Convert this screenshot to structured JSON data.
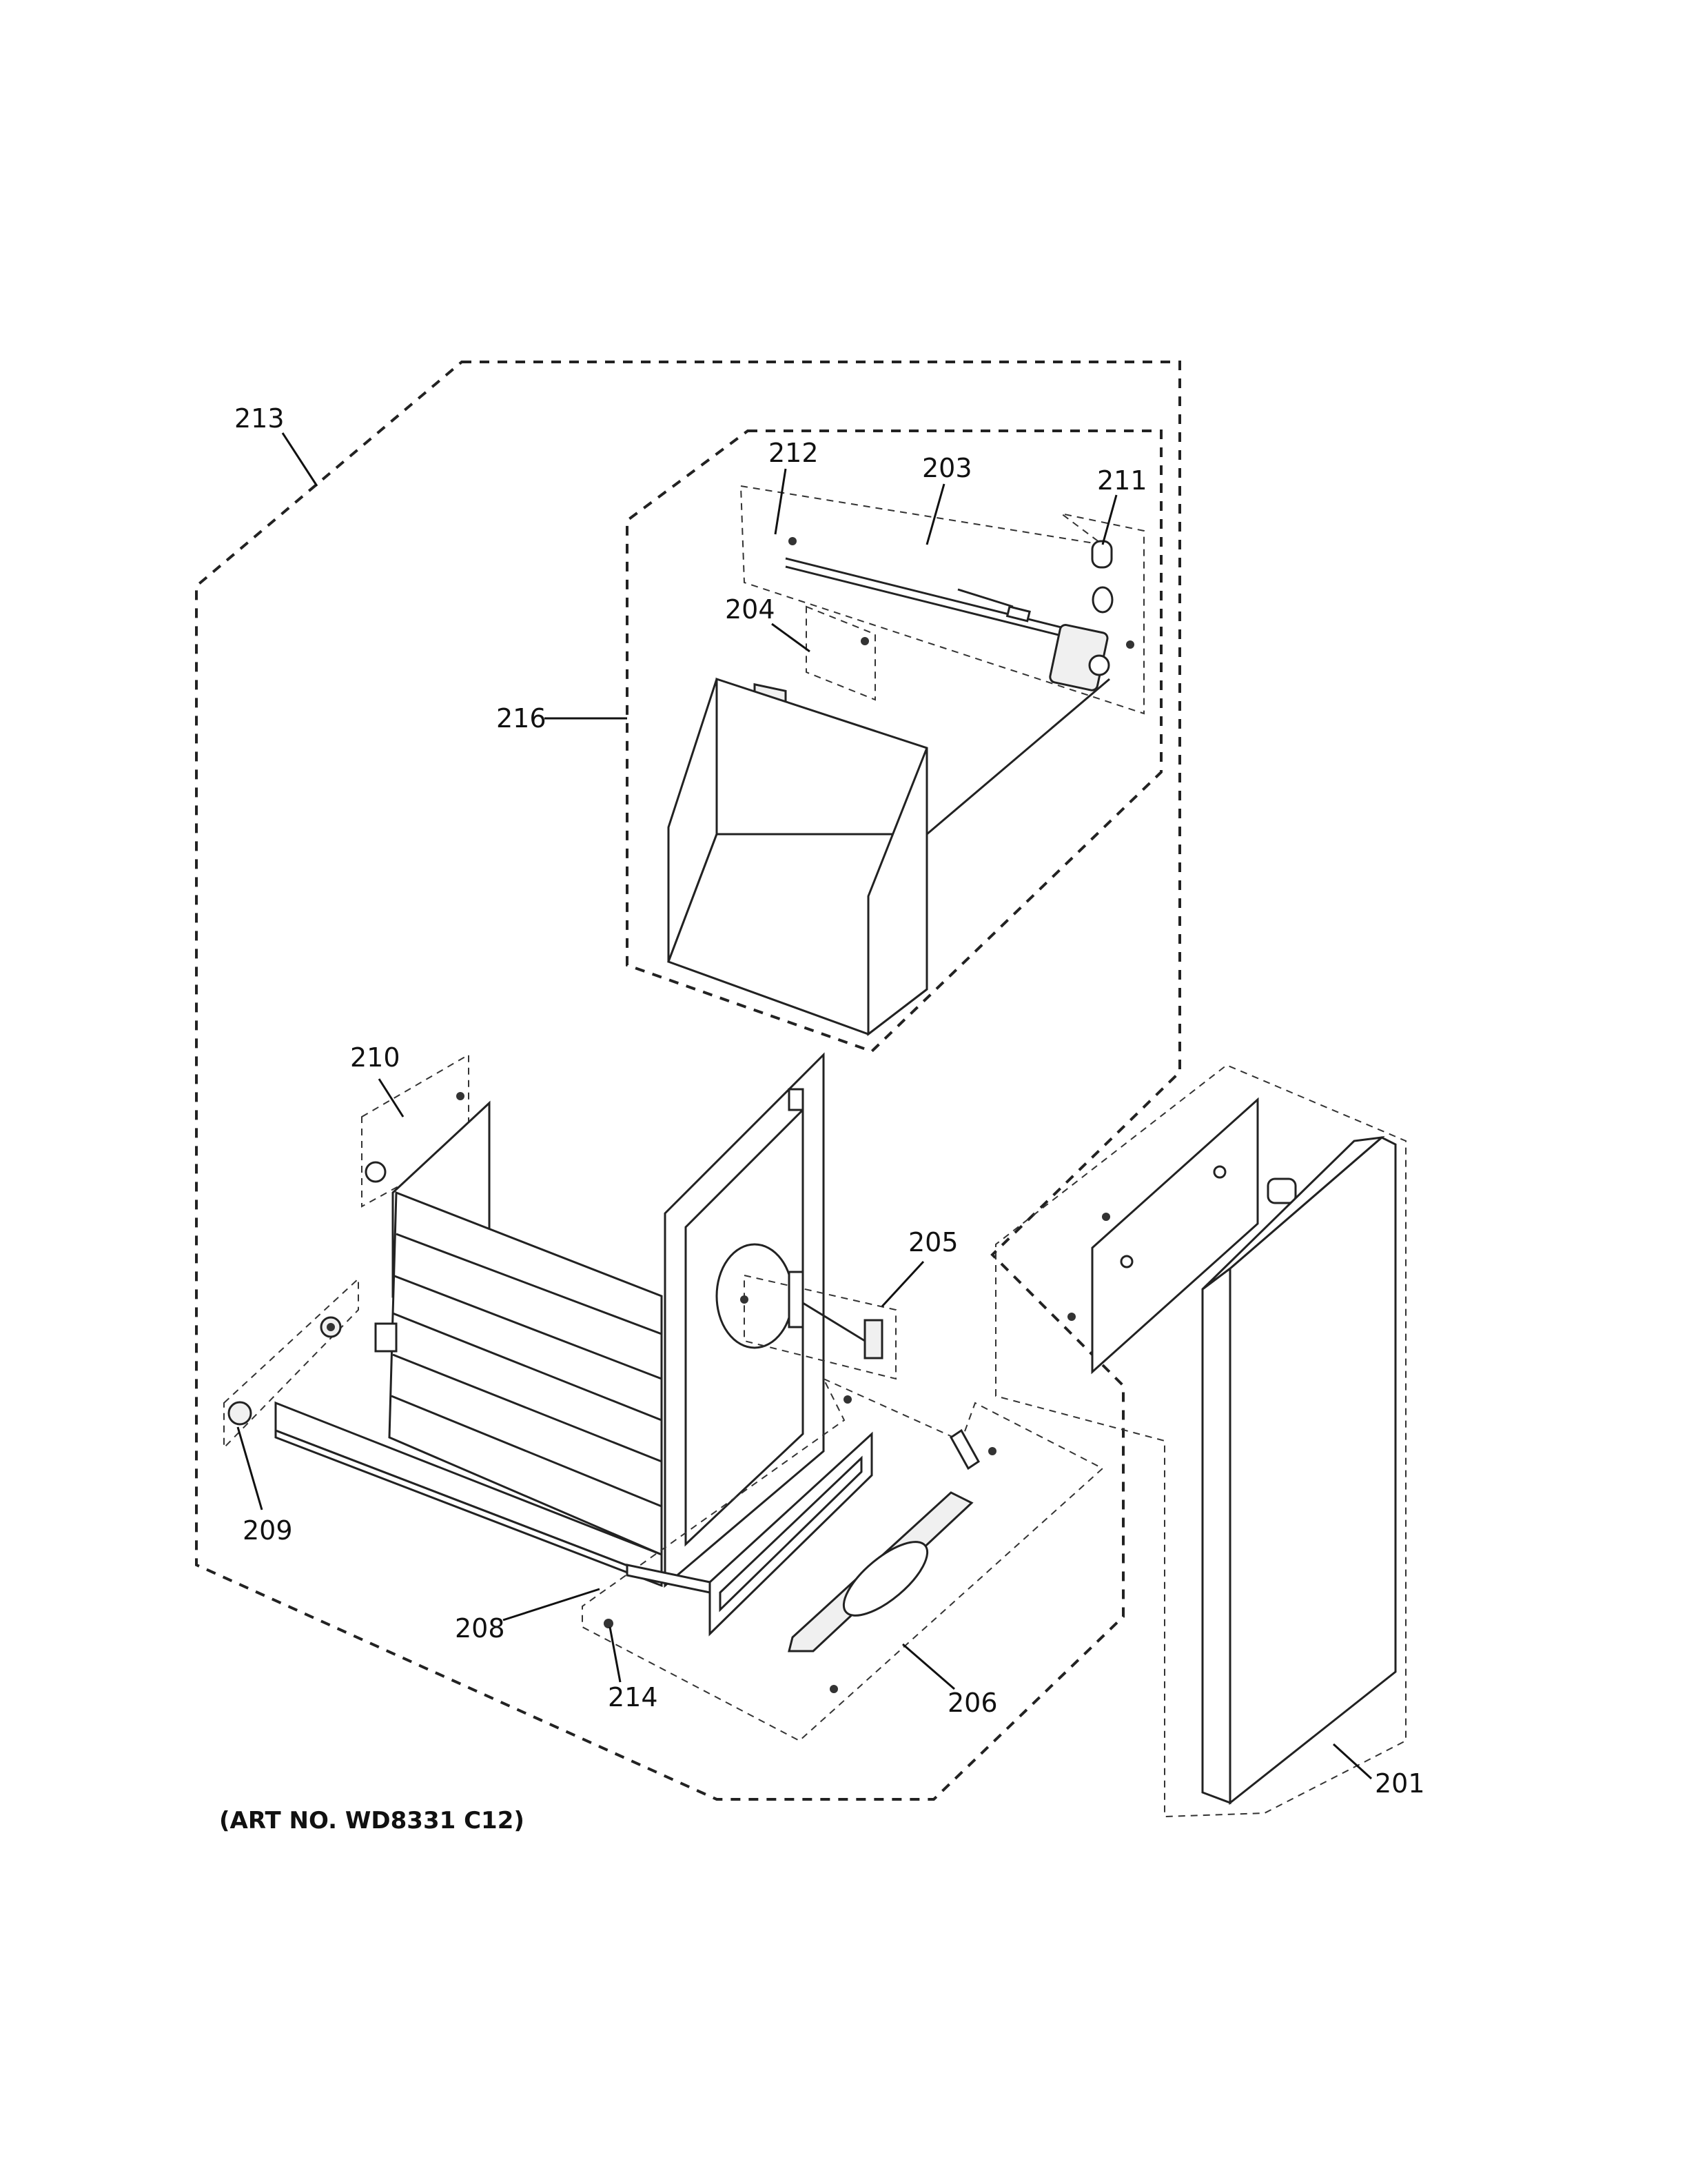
{
  "callouts": [
    {
      "id": "c213",
      "label": "213"
    },
    {
      "id": "c212",
      "label": "212"
    },
    {
      "id": "c203",
      "label": "203"
    },
    {
      "id": "c211",
      "label": "211"
    },
    {
      "id": "c204",
      "label": "204"
    },
    {
      "id": "c216",
      "label": "216"
    },
    {
      "id": "c210",
      "label": "210"
    },
    {
      "id": "c205",
      "label": "205"
    },
    {
      "id": "c209",
      "label": "209"
    },
    {
      "id": "c208",
      "label": "208"
    },
    {
      "id": "c214",
      "label": "214"
    },
    {
      "id": "c206",
      "label": "206"
    },
    {
      "id": "c201",
      "label": "201"
    }
  ],
  "art_number": "(ART NO. WD8331 C12)"
}
